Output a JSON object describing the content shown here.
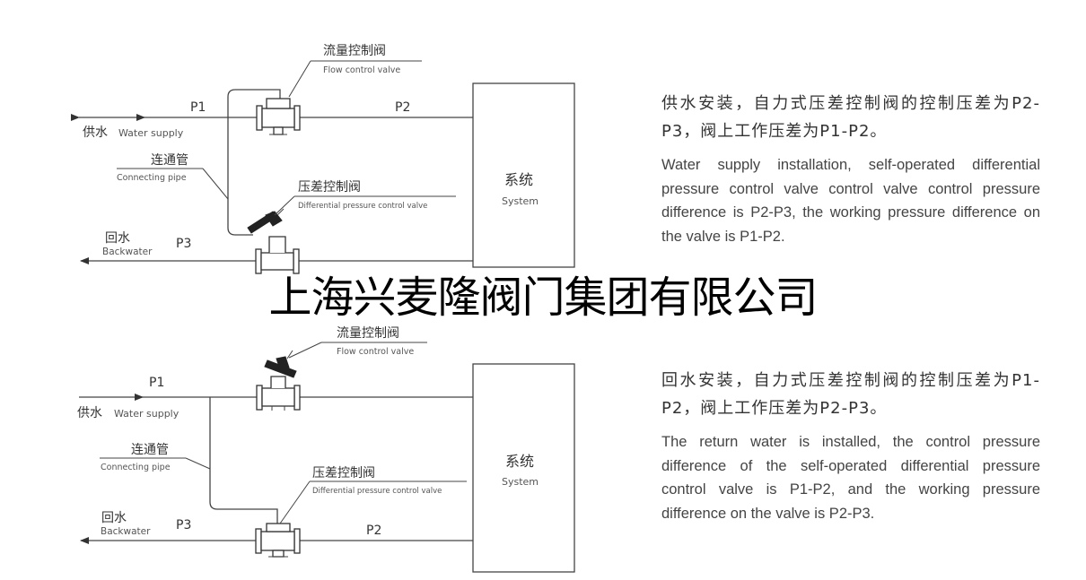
{
  "top_diagram": {
    "flow_valve_cn": "流量控制阀",
    "flow_valve_en": "Flow control valve",
    "p1": "P1",
    "p2": "P2",
    "p3": "P3",
    "supply_cn": "供水",
    "supply_en": "Water supply",
    "connecting_cn": "连通管",
    "connecting_en": "Connecting pipe",
    "diff_valve_cn": "压差控制阀",
    "diff_valve_en": "Differential pressure control valve",
    "back_cn": "回水",
    "back_en": "Backwater",
    "system_cn": "系统",
    "system_en": "System"
  },
  "bottom_diagram": {
    "flow_valve_cn": "流量控制阀",
    "flow_valve_en": "Flow control valve",
    "p1": "P1",
    "p2": "P2",
    "p3": "P3",
    "supply_cn": "供水",
    "supply_en": "Water supply",
    "connecting_cn": "连通管",
    "connecting_en": "Connecting pipe",
    "diff_valve_cn": "压差控制阀",
    "diff_valve_en": "Differential pressure control valve",
    "back_cn": "回水",
    "back_en": "Backwater",
    "system_cn": "系统",
    "system_en": "System"
  },
  "top_text": {
    "cn": "供水安装，自力式压差控制阀的控制压差为P2-P3，阀上工作压差为P1-P2。",
    "en": "Water supply installation, self-operated differential pressure control valve control valve control pressure difference is P2-P3, the working pressure difference on the valve is P1-P2."
  },
  "bottom_text": {
    "cn": "回水安装，自力式压差控制阀的控制压差为P1-P2，阀上工作压差为P2-P3。",
    "en": "The return water is installed, the control pressure difference of the self-operated differential pressure control valve is P1-P2, and the working pressure difference on the valve is P2-P3."
  },
  "watermark": "上海兴麦隆阀门集团有限公司"
}
